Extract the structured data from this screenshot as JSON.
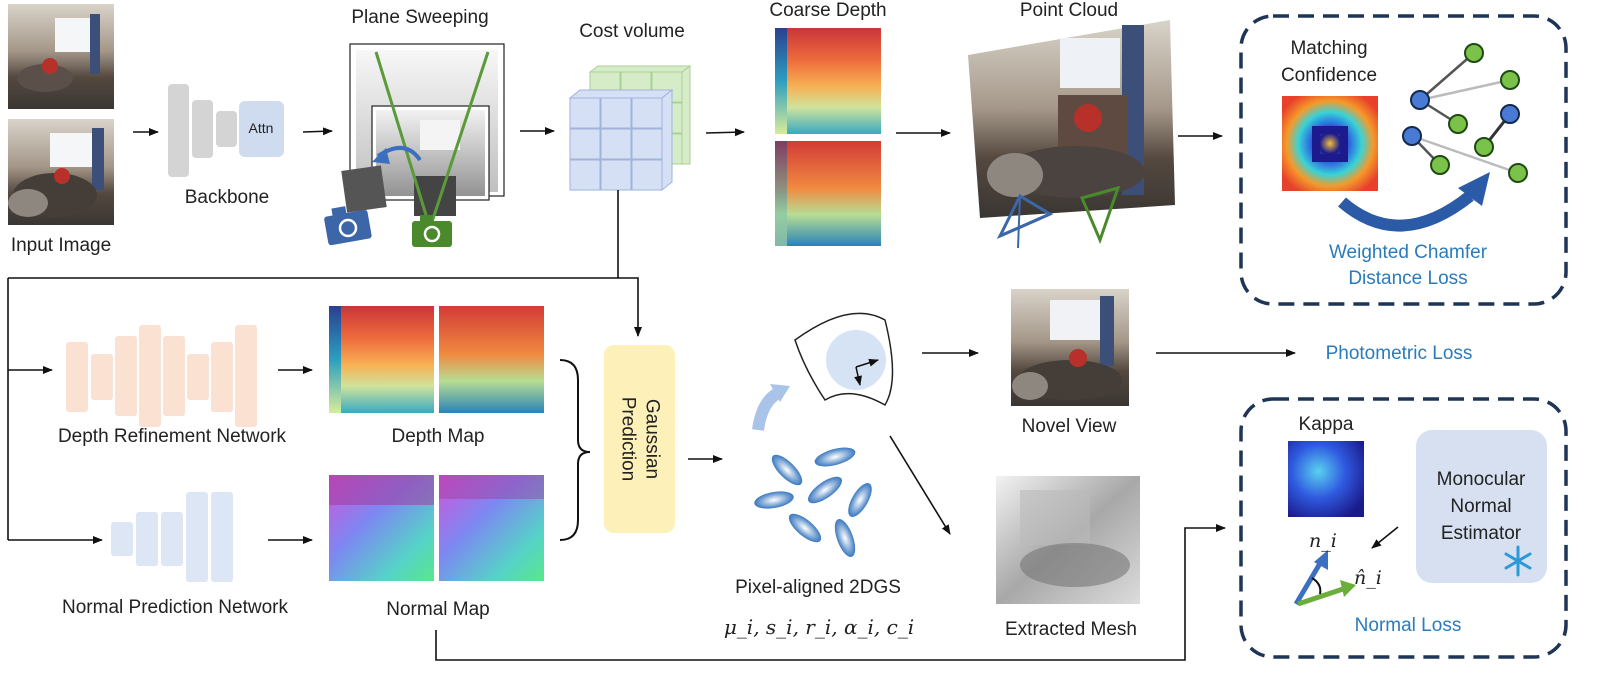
{
  "labels": {
    "input_image": "Input Image",
    "backbone": "Backbone",
    "attn": "Attn",
    "plane_sweeping": "Plane Sweeping",
    "cost_volume": "Cost volume",
    "coarse_depth": "Coarse Depth",
    "point_cloud": "Point Cloud",
    "matching_confidence_1": "Matching",
    "matching_confidence_2": "Confidence",
    "weighted_chamfer_1": "Weighted Chamfer",
    "weighted_chamfer_2": "Distance Loss",
    "depth_refinement": "Depth Refinement Network",
    "depth_map": "Depth Map",
    "normal_prediction": "Normal Prediction Network",
    "normal_map": "Normal Map",
    "gaussian_prediction_1": "Gaussian",
    "gaussian_prediction_2": "Prediction",
    "pixel_aligned": "Pixel-aligned 2DGS",
    "gaussian_params": "μ_i, s_i, r_i, α_i, c_i",
    "novel_view": "Novel View",
    "photometric_loss": "Photometric Loss",
    "extracted_mesh": "Extracted Mesh",
    "kappa": "Kappa",
    "mono_1": "Monocular",
    "mono_2": "Normal",
    "mono_3": "Estimator",
    "n_i": "n_i",
    "n_hat_i": "n̂_i",
    "normal_loss": "Normal Loss"
  },
  "colors": {
    "loss_text": "#2b7bba",
    "dashed_box": "#1f3556",
    "depth_net": "#fbe1d2",
    "normal_net": "#dde6f5",
    "gaussian_box": "#fdf0b8",
    "backbone": "#d4d4d4",
    "attn": "#cfdcf0",
    "camera_blue": "#3d66a8",
    "camera_green": "#4a8a2c",
    "mono_box": "#d6e0f0"
  }
}
